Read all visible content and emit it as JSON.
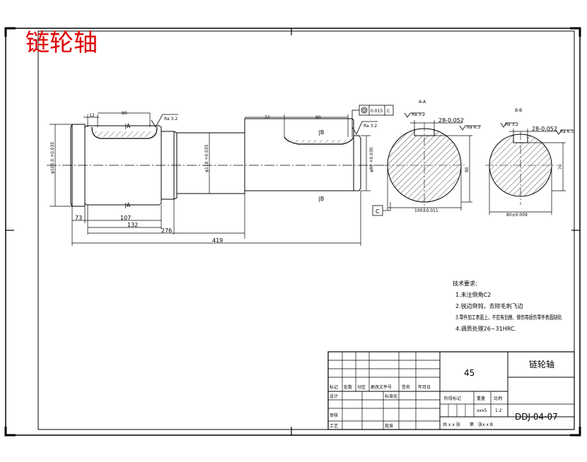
{
  "title": "链轮轴",
  "drawing": {
    "section_a_label": "A-A",
    "section_b_label": "B-B",
    "view_a_upper": "A",
    "view_a_lower": "A",
    "view_b_upper": "B",
    "view_b_lower": "B",
    "dims": {
      "d12": "12",
      "d80a": "80",
      "d72": "72",
      "d80b": "80",
      "d73": "73",
      "d107": "107",
      "d132": "132",
      "d276": "276",
      "d419": "419",
      "kw_a": "28-0.052",
      "kw_b": "28-0.052",
      "ht_a": "90",
      "ht_b": "70",
      "w_a": "100±0.011",
      "w_b": "80±0.009",
      "dia_left": "φ105.0 +0.035",
      "dia_mid": "φ118 +0.035",
      "dia_right": "φ80 +0.030"
    },
    "roughness": {
      "r1": "Ra 3.2",
      "r2": "Ra 3.2",
      "r3": "Ra 3.2",
      "r4": "Ra 6.3",
      "r5": "Ra 3.2",
      "r6": "Ra 6.3"
    },
    "tolerance": {
      "value": "0.015",
      "datum": "C"
    },
    "datum_box": "C"
  },
  "notes": {
    "heading": "技术要求:",
    "items": [
      "1.未注倒角C2",
      "2.锐边倒钝，去除毛刺飞边",
      "3.零件加工表面上，不应有划痕、擦伤等损伤零件表面缺陷",
      "4.调质处理26~31HRC."
    ]
  },
  "title_block": {
    "material": "45",
    "part_name": "链轮轴",
    "drawing_no": "DDJ-04-07",
    "headers": [
      "标记",
      "处数",
      "分区",
      "更改文件号",
      "签名",
      "年月日"
    ],
    "design": "设计",
    "standard": "标准化",
    "check": "审核",
    "process": "工艺",
    "approve": "批准",
    "stage_mark": "阶段标记",
    "weight": "重量",
    "scale": "比例",
    "weight_val": "xxx5",
    "scale_val": "1:2",
    "sheets": "共 x x 张",
    "sheet_no": "第　张x x B"
  }
}
